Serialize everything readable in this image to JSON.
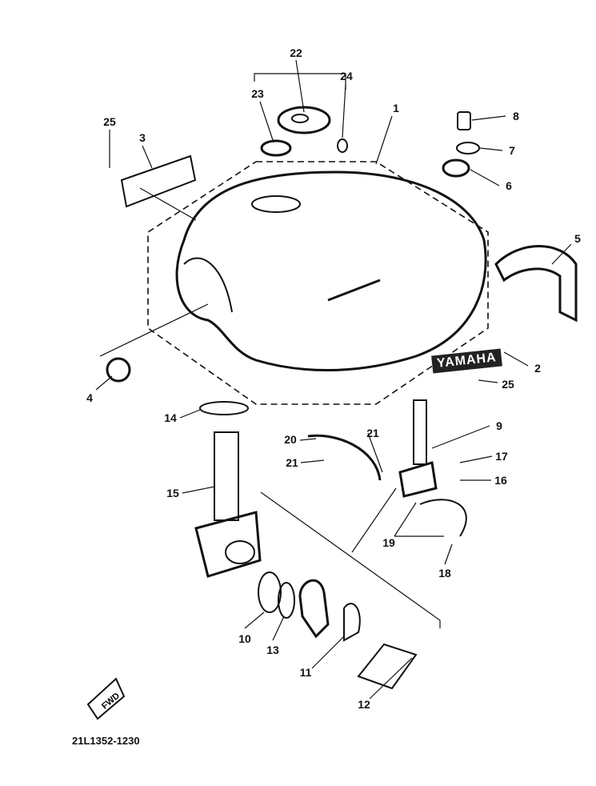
{
  "diagram": {
    "title": "Fuel tank parts diagram",
    "callouts": [
      "22",
      "24",
      "23",
      "25",
      "3",
      "1",
      "8",
      "7",
      "6",
      "5",
      "4",
      "2",
      "25",
      "9",
      "14",
      "20",
      "21",
      "21",
      "17",
      "16",
      "15",
      "19",
      "18",
      "10",
      "13",
      "11",
      "12"
    ],
    "fwd_label": "FWD",
    "logo_text": "YAMAHA",
    "part_number": "21L1352-1230"
  }
}
